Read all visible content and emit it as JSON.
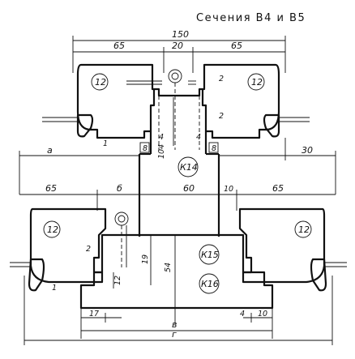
{
  "title": "Сечения В4 и В5",
  "dims": {
    "d150": "150",
    "d65_tl": "65",
    "d20": "20",
    "d65_tr": "65",
    "d2_a": "2",
    "d2_b": "2",
    "d1_a": "1",
    "d4_a": "4",
    "d4_b": "4",
    "d8_a": "8",
    "d8_b": "8",
    "d104": "104",
    "a": "а",
    "d30": "30",
    "d65_ml": "65",
    "b": "б",
    "d60": "60",
    "d10_a": "10",
    "d65_mr": "65",
    "d2_c": "2",
    "d19": "19",
    "d12": "12",
    "d54": "54",
    "d1_b": "1",
    "d17": "17",
    "v": "в",
    "d4_c": "4",
    "d10_b": "10",
    "g": "г"
  },
  "labels": {
    "c12_tl": "12",
    "c12_tr": "12",
    "c12_bl": "12",
    "c12_br": "12",
    "k14": "К14",
    "k15": "К15",
    "k16": "К16"
  }
}
